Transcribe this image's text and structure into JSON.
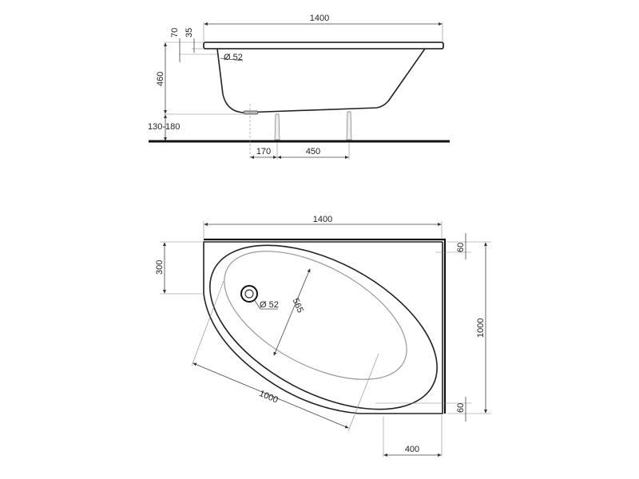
{
  "side_view": {
    "width_label": "1400",
    "rim_70_label": "70",
    "rim_35_label": "35",
    "overflow_label": "Ø 52",
    "height_label": "460",
    "legs_height_label": "130-180",
    "drain_offset_label": "170",
    "legs_spacing_label": "450"
  },
  "top_view": {
    "width_label": "1400",
    "left_straight_label": "300",
    "drain_label": "Ø 52",
    "basin_width_label": "565",
    "diagonal_label": "1000",
    "depth_label": "1000",
    "top_rim_label": "60",
    "bottom_rim_label": "60",
    "bottom_straight_label": "400"
  }
}
